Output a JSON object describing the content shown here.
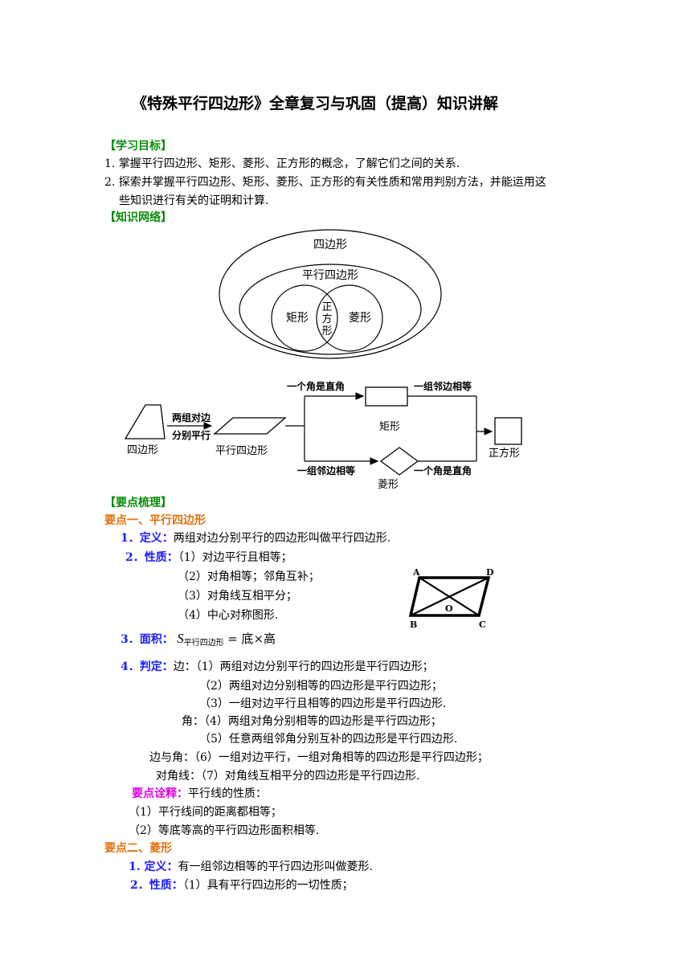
{
  "title": "《特殊平行四边形》全章复习与巩固（提高）知识讲解",
  "goals": {
    "heading": "【学习目标】",
    "items": [
      "1.  掌握平行四边形、矩形、菱形、正方形的概念，了解它们之间的关系.",
      "2.  探索并掌握平行四边形、矩形、菱形、正方形的有关性质和常用判别方法，并能运用这",
      "些知识进行有关的证明和计算."
    ]
  },
  "network": {
    "heading": "【知识网络】",
    "venn": {
      "outer": "四边形",
      "middle": "平行四边形",
      "left": "矩形",
      "right": "菱形",
      "center": [
        "正",
        "方",
        "形"
      ]
    },
    "flow": {
      "quad": "四边形",
      "cond1": [
        "两组对边",
        "分别平行"
      ],
      "para": "平行四边形",
      "top_cond": "一个角是直角",
      "top_cond2": "一组邻边相等",
      "rect": "矩形",
      "bottom_cond": "一组邻边相等",
      "bottom_cond2": "一个角是直角",
      "rhombus": "菱形",
      "square": "正方形"
    }
  },
  "points": {
    "heading": "【要点梳理】",
    "p1": {
      "heading": "要点一、平行四边形",
      "def_label": "1．定义：",
      "def_text": "两组对边分别平行的四边形叫做平行四边形.",
      "prop_label": "2．性质：",
      "props": [
        "（1）对边平行且相等；",
        "（2）对角相等；邻角互补；",
        "（3）对角线互相平分；",
        "（4）中心对称图形."
      ],
      "figure_labels": {
        "a": "A",
        "b": "B",
        "c": "C",
        "d": "D",
        "o": "O"
      },
      "area_label": "3．面积：",
      "area_s": "S",
      "area_sub": "平行四边形",
      "area_rhs": "= 底×高",
      "judge_label": "4．判定：",
      "judge_lines": [
        "边：（1）两组对边分别平行的四边形是平行四边形；",
        "（2）两组对边分别相等的四边形是平行四边形；",
        "（3）一组对边平行且相等的四边形是平行四边形.",
        "角：（4）两组对角分别相等的四边形是平行四边形；",
        "（5）任意两组邻角分别互补的四边形是平行四边形.",
        "边与角：（6）一组对边平行，一组对角相等的四边形是平行四边形；",
        "对角线：（7）对角线互相平分的四边形是平行四边形."
      ],
      "note_label": "要点诠释：",
      "note_text": "平行线的性质：",
      "note_items": [
        "（1）平行线间的距离都相等；",
        "（2）等底等高的平行四边形面积相等."
      ]
    },
    "p2": {
      "heading": "要点二、菱形",
      "def_label": "1. 定义：",
      "def_text": "有一组邻边相等的平行四边形叫做菱形.",
      "prop_label": "2．性质：",
      "prop_text": "（1）具有平行四边形的一切性质；"
    }
  }
}
